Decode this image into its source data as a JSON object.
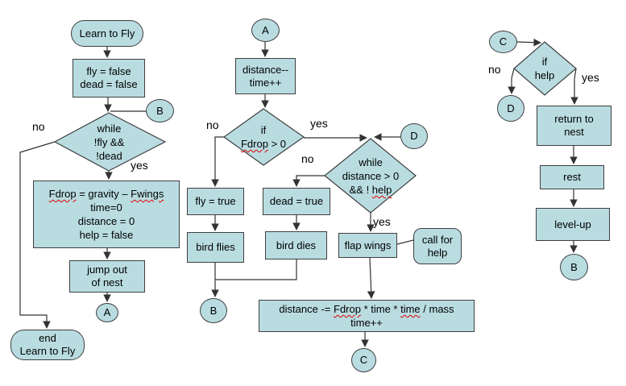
{
  "labels": {
    "no": "no",
    "yes": "yes"
  },
  "connectors": {
    "a": "A",
    "b": "B",
    "c": "C",
    "d": "D"
  },
  "nodes": {
    "start": "Learn to Fly",
    "init_flags": "fly = false\ndead = false",
    "while_outer": "while\n!fly &&\n!dead",
    "init_vars": {
      "l1a": "Fdrop",
      "l1b": " = gravity – ",
      "l1c": "Fwings",
      "l2": "time=0",
      "l3": "distance = 0",
      "l4": "help = false"
    },
    "jump": "jump out\nof nest",
    "end": "end\nLearn to Fly",
    "dec_time": "distance--\ntime++",
    "if_fdrop": {
      "l1": "if",
      "l2a": "Fdrop",
      "l2b": " > 0"
    },
    "fly_true": "fly = true",
    "bird_flies": "bird flies",
    "dead_true": "dead = true",
    "bird_dies": "bird dies",
    "while_inner": {
      "l1": "while",
      "l2": "distance > 0",
      "l3a": "&& ! ",
      "l3b": "help"
    },
    "flap": "flap wings",
    "call_help": "call for\nhelp",
    "dist": {
      "l1a": "distance -= ",
      "l1b": "Fdrop",
      "l1c": " * time * ",
      "l1d": "time",
      "l1e": " / mass",
      "l2": "time++"
    },
    "if_help": "if\nhelp",
    "return_nest": "return to\nnest",
    "rest": "rest",
    "level_up": "level-up"
  },
  "colors": {
    "shape_fill": "#b9dce1",
    "shape_border": "#3f3f3f",
    "line": "#333333",
    "squiggle": "#e60000",
    "text": "#000000",
    "background": "#ffffff"
  }
}
